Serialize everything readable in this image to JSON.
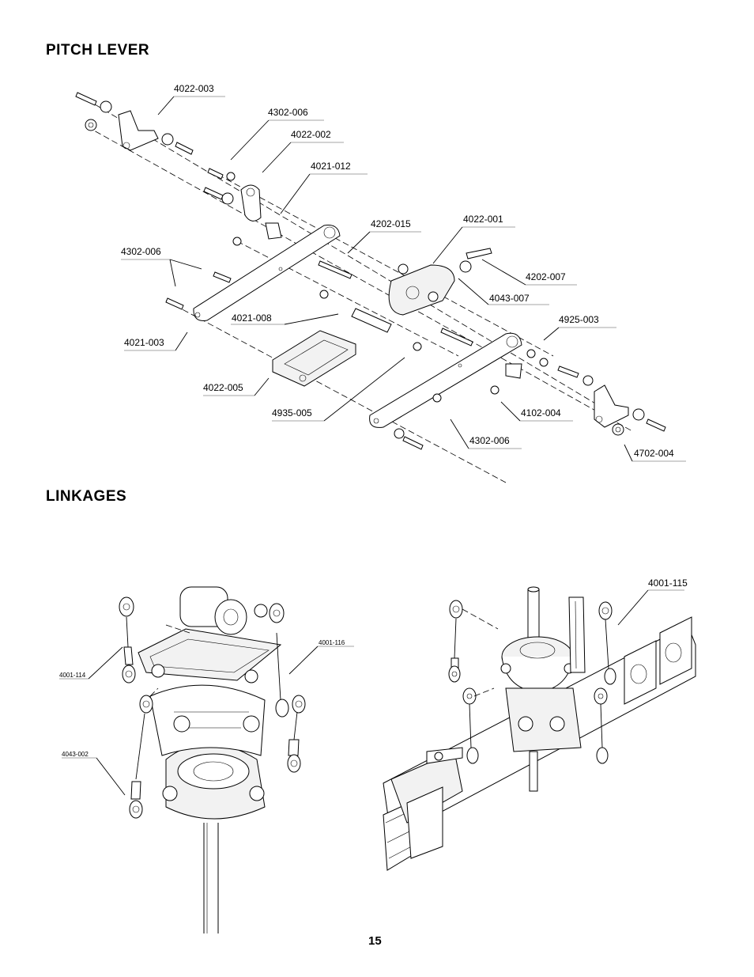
{
  "sections": {
    "pitch_lever_title": "PITCH LEVER",
    "linkages_title": "LINKAGES"
  },
  "pitch_labels": [
    "4022-003",
    "4302-006",
    "4022-002",
    "4021-012",
    "4202-015",
    "4022-001",
    "4302-006",
    "4202-007",
    "4043-007",
    "4021-008",
    "4925-003",
    "4021-003",
    "4022-005",
    "4102-004",
    "4935-005",
    "4302-006",
    "4702-004"
  ],
  "linkage_labels": [
    "4001-116",
    "4001-114",
    "4043-002",
    "4001-115"
  ],
  "page_number": "15"
}
